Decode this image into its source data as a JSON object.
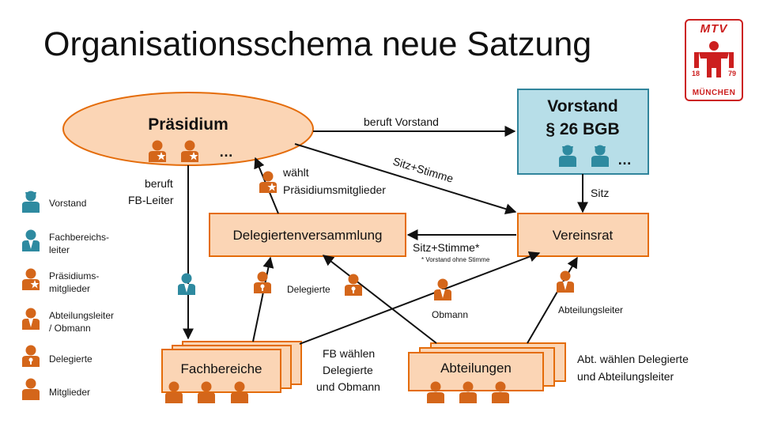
{
  "title": "Organisationsschema neue Satzung",
  "logo": {
    "top": "MTV",
    "year_left": "18",
    "year_right": "79",
    "bottom": "MÜNCHEN"
  },
  "nodes": {
    "praesidium": "Präsidium",
    "vorstand_line1": "Vorstand",
    "vorstand_line2": "§ 26 BGB",
    "delegiertenversammlung": "Delegiertenversammlung",
    "vereinsrat": "Vereinsrat",
    "fachbereiche": "Fachbereiche",
    "abteilungen": "Abteilungen",
    "ellipsis": "…"
  },
  "edges": {
    "beruft_vorstand": "beruft Vorstand",
    "sitz_stimme_diag": "Sitz+Stimme",
    "sitz": "Sitz",
    "waehlt_line1": "wählt",
    "waehlt_line2": "Präsidiumsmitglieder",
    "beruft_fb_line1": "beruft",
    "beruft_fb_line2": "FB-Leiter",
    "sitz_stimme_star": "Sitz+Stimme*",
    "footnote": "* Vorstand ohne Stimme",
    "delegierte": "Delegierte",
    "obmann": "Obmann",
    "abteilungsleiter": "Abteilungsleiter",
    "fb_waehlen_1": "FB wählen",
    "fb_waehlen_2": "Delegierte",
    "fb_waehlen_3": "und Obmann",
    "abt_waehlen_1": "Abt. wählen Delegierte",
    "abt_waehlen_2": "und Abteilungsleiter"
  },
  "legend": [
    {
      "icon": "vorstand",
      "lines": [
        "Vorstand"
      ]
    },
    {
      "icon": "fachbereichsleiter",
      "lines": [
        "Fachbereichs-",
        "leiter"
      ]
    },
    {
      "icon": "praesidiumsmitglied",
      "lines": [
        "Präsidiums-",
        "mitglieder"
      ]
    },
    {
      "icon": "abteilungsleiter-obmann",
      "lines": [
        "Abteilungsleiter",
        "/ Obmann"
      ]
    },
    {
      "icon": "delegierte",
      "lines": [
        "Delegierte"
      ]
    },
    {
      "icon": "mitglied",
      "lines": [
        "Mitglieder"
      ]
    }
  ],
  "colors": {
    "orange_fill": "#fbd5b5",
    "orange_stroke": "#e46c0a",
    "orange_person": "#d4661a",
    "teal_person": "#2e8aa0",
    "blue_fill": "#b7dee8",
    "blue_stroke": "#31859c",
    "arrow": "#111111"
  }
}
